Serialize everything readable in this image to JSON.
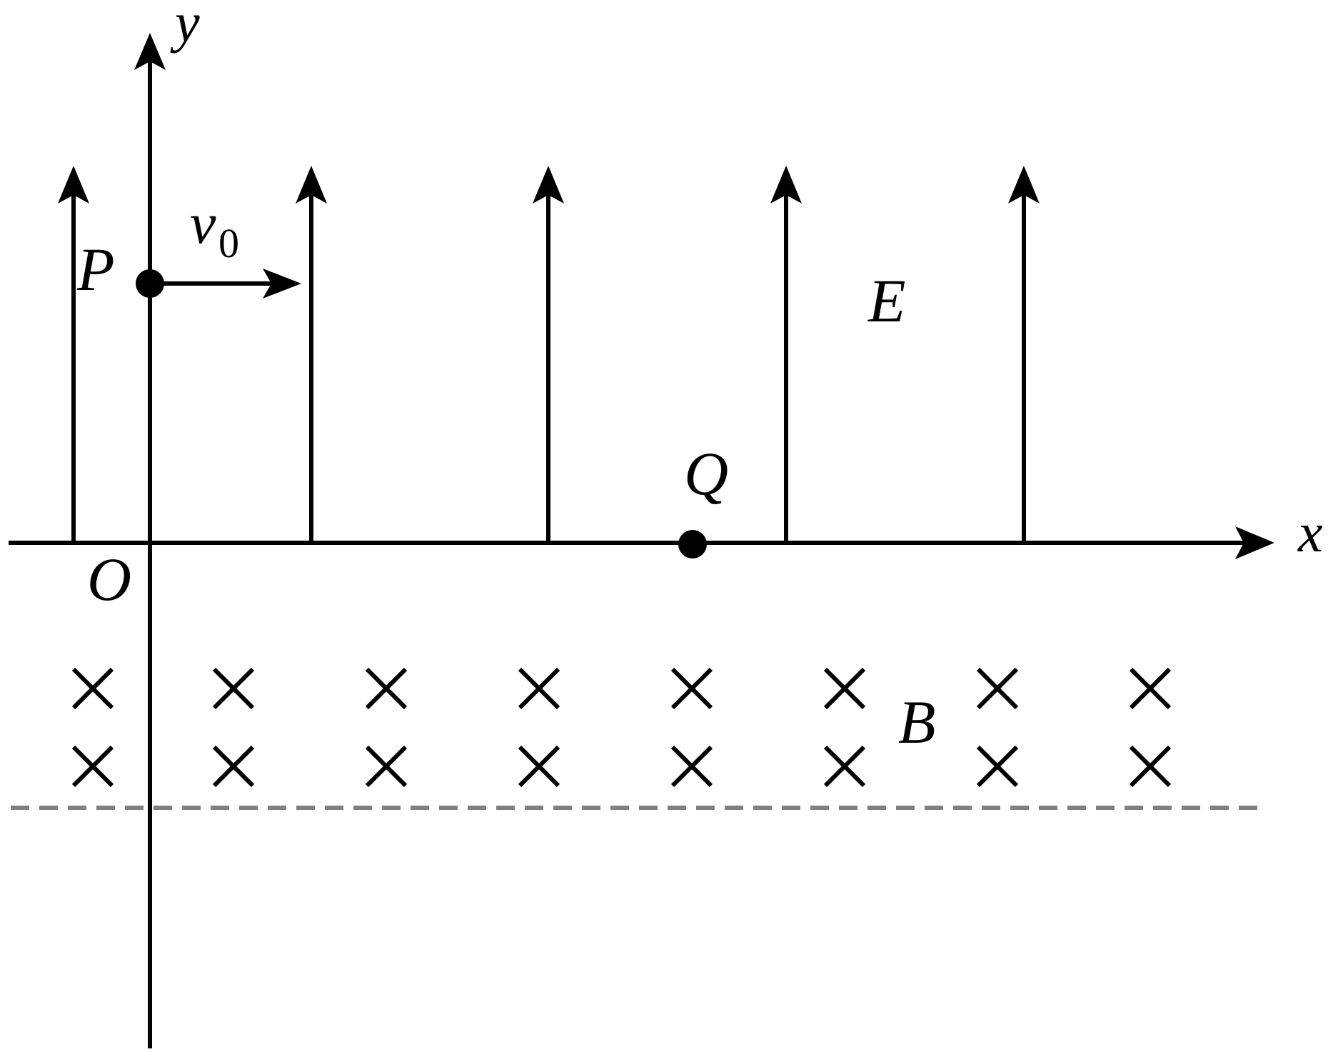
{
  "labels": {
    "y_axis": "y",
    "x_axis": "x",
    "origin": "O",
    "point_p": "P",
    "point_q": "Q",
    "velocity": "v",
    "velocity_subscript": "0",
    "electric_field": "E",
    "magnetic_field": "B"
  },
  "colors": {
    "ink": "#000000",
    "boundary": "#808080",
    "background": "#ffffff"
  }
}
